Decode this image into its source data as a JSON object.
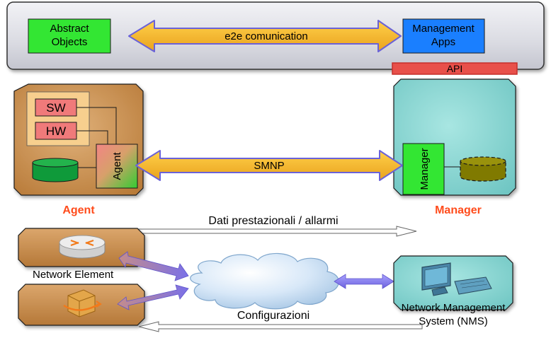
{
  "top_bar": {
    "abstract_objects": [
      "Abstract",
      "Objects"
    ],
    "e2e_label": "e2e comunication",
    "management_apps": [
      "Management",
      "Apps"
    ],
    "api_label": "API"
  },
  "agent": {
    "sw_label": "SW",
    "hw_label": "HW",
    "agent_block_label": "Agent",
    "caption": "Agent"
  },
  "manager": {
    "manager_block_label": "Manager",
    "caption": "Manager"
  },
  "links": {
    "smnp_label": "SMNP",
    "performance_label": "Dati prestazionali / allarmi",
    "config_label": "Configurazioni"
  },
  "network": {
    "network_element_label": "Network Element",
    "nms_label": [
      "Network Management",
      "System (NMS)"
    ]
  },
  "icons": {
    "router": "router-icon",
    "box": "package-icon",
    "cloud": "cloud-icon",
    "computer": "computer-icon"
  },
  "colors": {
    "green_box": "#33e633",
    "blue_box": "#1a7fff",
    "api_red": "#e8504a",
    "caption_orange": "#ff4c1c",
    "arrow_yellow": "#f2b628",
    "arrow_purple": "#7a70e8",
    "tan_panel": "#c88f4c",
    "teal_panel": "#7fd3d0",
    "pink_box": "#f07a7a",
    "olive": "#807a00"
  }
}
